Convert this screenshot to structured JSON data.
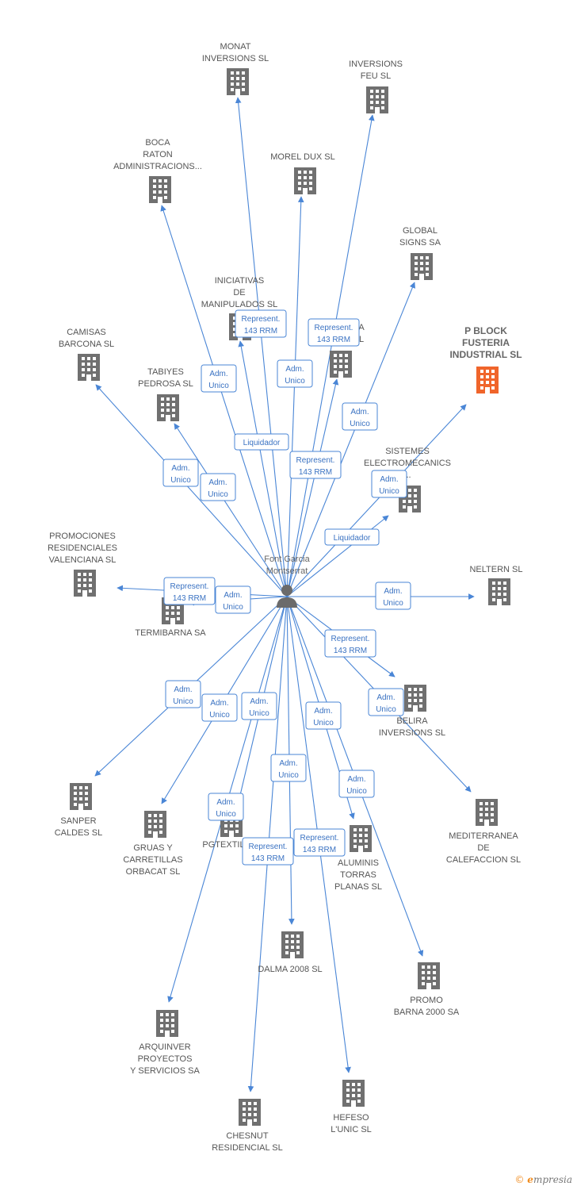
{
  "center": {
    "label_lines": [
      "Font Garcia",
      "Montserrat"
    ],
    "icon": "person-icon"
  },
  "colors": {
    "edge": "#4a86d6",
    "building": "#707070",
    "highlight": "#f0652b"
  },
  "nodes": [
    {
      "id": "monat",
      "lines": [
        "MONAT",
        "INVERSIONS SL"
      ]
    },
    {
      "id": "inversions-feu",
      "lines": [
        "INVERSIONS",
        "FEU SL"
      ]
    },
    {
      "id": "boca-raton",
      "lines": [
        "BOCA",
        "RATON",
        "ADMINISTRACIONS..."
      ]
    },
    {
      "id": "morel-dux",
      "lines": [
        "MOREL DUX SL"
      ]
    },
    {
      "id": "global-signs",
      "lines": [
        "GLOBAL",
        "SIGNS SA"
      ]
    },
    {
      "id": "iniciativas",
      "lines": [
        "INICIATIVAS",
        "DE",
        "MANIPULADOS SL"
      ]
    },
    {
      "id": "hidden-a",
      "lines": [
        "A",
        "L"
      ]
    },
    {
      "id": "p-block",
      "lines": [
        "P BLOCK",
        "FUSTERIA",
        "INDUSTRIAL SL"
      ],
      "highlight": true
    },
    {
      "id": "camisas",
      "lines": [
        "CAMISAS",
        "BARCONA SL"
      ]
    },
    {
      "id": "tabiyes",
      "lines": [
        "TABIYES",
        "PEDROSA SL"
      ]
    },
    {
      "id": "sistemes",
      "lines": [
        "SISTEMES",
        "ELECTROMECANICS",
        "..."
      ]
    },
    {
      "id": "promociones",
      "lines": [
        "PROMOCIONES",
        "RESIDENCIALES",
        "VALENCIANA SL"
      ]
    },
    {
      "id": "neltern",
      "lines": [
        "NELTERN SL"
      ]
    },
    {
      "id": "termibarna",
      "lines": [
        "TERMIBARNA SA"
      ]
    },
    {
      "id": "belira",
      "lines": [
        "BELIRA",
        "INVERSIONS SL"
      ]
    },
    {
      "id": "sanper",
      "lines": [
        "SANPER",
        "CALDES SL"
      ]
    },
    {
      "id": "gruas",
      "lines": [
        "GRUAS Y",
        "CARRETILLAS",
        "ORBACAT SL"
      ]
    },
    {
      "id": "pgtextil",
      "lines": [
        "PGTEXTIL"
      ]
    },
    {
      "id": "mediterranea",
      "lines": [
        "MEDITERRANEA",
        "DE",
        "CALEFACCION SL"
      ]
    },
    {
      "id": "aluminis",
      "lines": [
        "ALUMINIS",
        "TORRAS",
        "PLANAS SL"
      ]
    },
    {
      "id": "dalma",
      "lines": [
        "DALMA 2008 SL"
      ]
    },
    {
      "id": "promo-barna",
      "lines": [
        "PROMO",
        "BARNA 2000 SA"
      ]
    },
    {
      "id": "arquinver",
      "lines": [
        "ARQUINVER",
        "PROYECTOS",
        "Y SERVICIOS SA"
      ]
    },
    {
      "id": "chesnut",
      "lines": [
        "CHESNUT",
        "RESIDENCIAL SL"
      ]
    },
    {
      "id": "hefeso",
      "lines": [
        "HEFESO",
        "L'UNIC SL"
      ]
    }
  ],
  "badges": [
    {
      "lines": [
        "Represent.",
        "143 RRM"
      ]
    },
    {
      "lines": [
        "Represent.",
        "143 RRM"
      ]
    },
    {
      "lines": [
        "Adm.",
        "Unico"
      ]
    },
    {
      "lines": [
        "Adm.",
        "Unico"
      ]
    },
    {
      "lines": [
        "Adm.",
        "Unico"
      ]
    },
    {
      "lines": [
        "Liquidador"
      ]
    },
    {
      "lines": [
        "Represent.",
        "143 RRM"
      ]
    },
    {
      "lines": [
        "Adm.",
        "Unico"
      ]
    },
    {
      "lines": [
        "Adm.",
        "Unico"
      ]
    },
    {
      "lines": [
        "Adm.",
        "Unico"
      ]
    },
    {
      "lines": [
        "Liquidador"
      ]
    },
    {
      "lines": [
        "Represent.",
        "143 RRM"
      ]
    },
    {
      "lines": [
        "Adm.",
        "Unico"
      ]
    },
    {
      "lines": [
        "Adm.",
        "Unico"
      ]
    },
    {
      "lines": [
        "Represent.",
        "143 RRM"
      ]
    },
    {
      "lines": [
        "Adm.",
        "Unico"
      ]
    },
    {
      "lines": [
        "Adm.",
        "Unico"
      ]
    },
    {
      "lines": [
        "Adm.",
        "Unico"
      ]
    },
    {
      "lines": [
        "Adm.",
        "Unico"
      ]
    },
    {
      "lines": [
        "Adm.",
        "Unico"
      ]
    },
    {
      "lines": [
        "Adm.",
        "Unico"
      ]
    },
    {
      "lines": [
        "Adm.",
        "Unico"
      ]
    },
    {
      "lines": [
        "Adm.",
        "Unico"
      ]
    },
    {
      "lines": [
        "Represent.",
        "143 RRM"
      ]
    },
    {
      "lines": [
        "Represent.",
        "143 RRM"
      ]
    }
  ],
  "footer": {
    "copyright": "©",
    "brand_initial": "e",
    "brand_rest": "mpresia"
  }
}
